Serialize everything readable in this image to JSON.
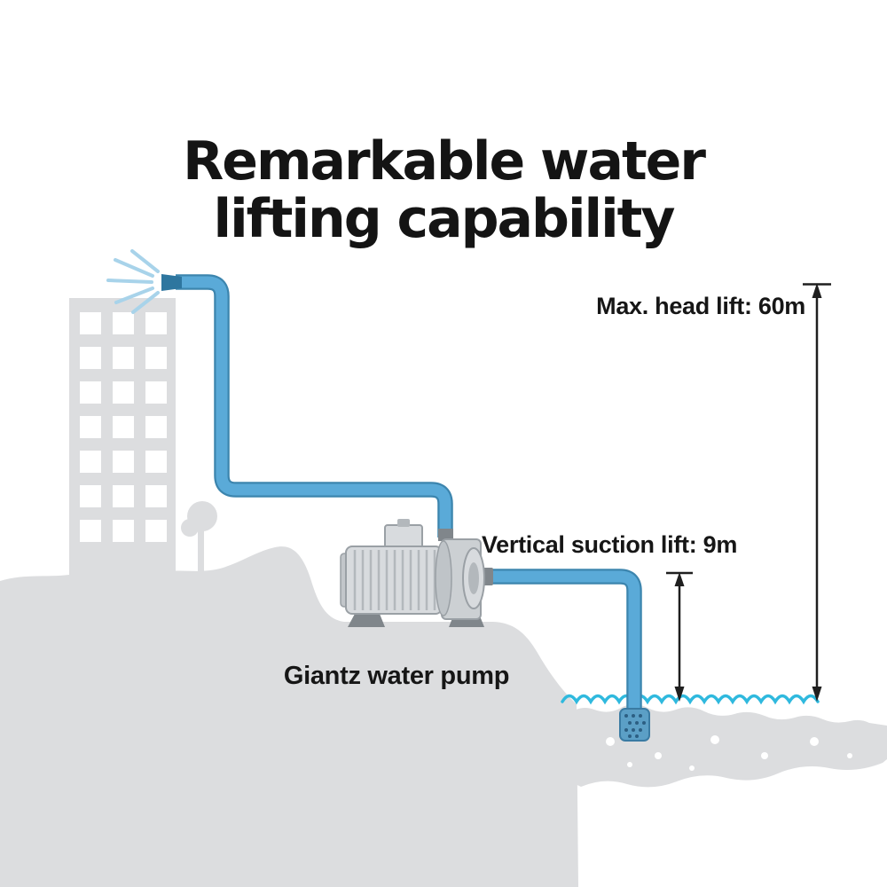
{
  "title": {
    "line1": "Remarkable water",
    "line2": "lifting capability"
  },
  "annotations": {
    "max_head_lift": {
      "label": "Max. head lift: 60m",
      "value_m": 60
    },
    "suction_lift": {
      "label": "Vertical suction lift: 9m",
      "value_m": 9
    },
    "pump_caption": "Giantz water pump"
  },
  "colors": {
    "pipe_blue": "#5aaad8",
    "pipe_dark": "#3c85ae",
    "spray_blue": "#a8d3ea",
    "water_wave": "#2fb9de",
    "silhouette_gray": "#dcdddf",
    "pump_light": "#d8dbde",
    "pump_mid": "#b3b8bc",
    "pump_line": "#9aa0a5",
    "pump_dark": "#80868b",
    "arrow_black": "#1f1f1f",
    "strainer_fill": "#5b9fc6",
    "strainer_dot": "#2c5f83"
  }
}
